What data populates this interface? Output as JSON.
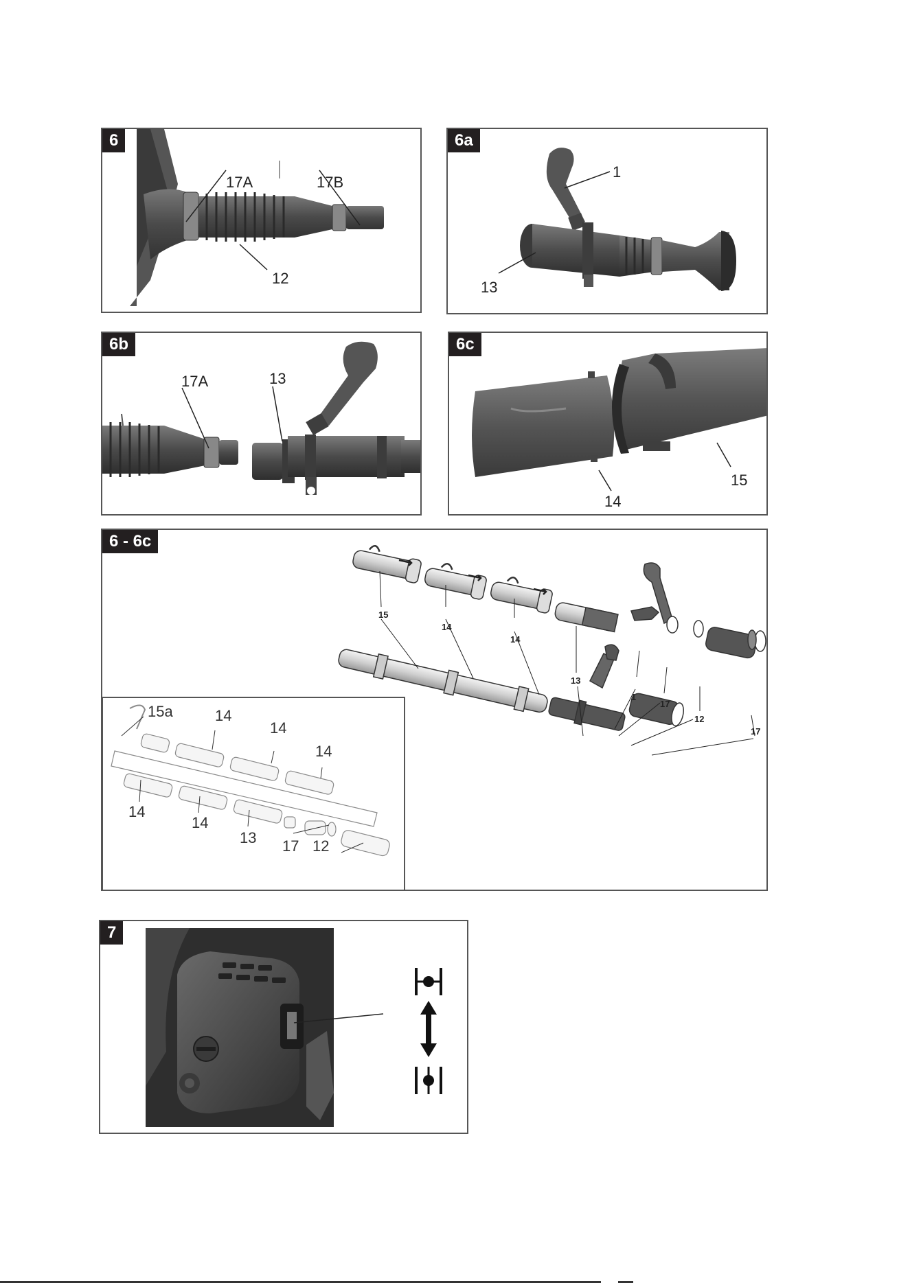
{
  "panels": {
    "p6": {
      "tag": "6",
      "labels": {
        "a": "17A",
        "b": "17B",
        "c": "12"
      }
    },
    "p6a": {
      "tag": "6a",
      "labels": {
        "a": "1",
        "b": "13"
      }
    },
    "p6b": {
      "tag": "6b",
      "labels": {
        "a": "17A",
        "b": "13"
      }
    },
    "p6c": {
      "tag": "6c",
      "labels": {
        "a": "14",
        "b": "15"
      }
    },
    "p6_6c": {
      "tag": "6 - 6c",
      "labels": {
        "l15": "15",
        "l14a": "14",
        "l14b": "14",
        "l13": "13",
        "l1": "1",
        "l17a": "17",
        "l12": "12",
        "l17b": "17"
      },
      "inset": {
        "l15a": "15a",
        "l14a": "14",
        "l14b": "14",
        "l14c": "14",
        "l14d": "14",
        "l14e": "14",
        "l13": "13",
        "l17": "17",
        "l12": "12"
      }
    },
    "p7": {
      "tag": "7"
    }
  },
  "colors": {
    "part_dark": "#4a4a4a",
    "part_mid": "#6b6b6b",
    "frame": "#555555",
    "tag_bg": "#231f20"
  }
}
